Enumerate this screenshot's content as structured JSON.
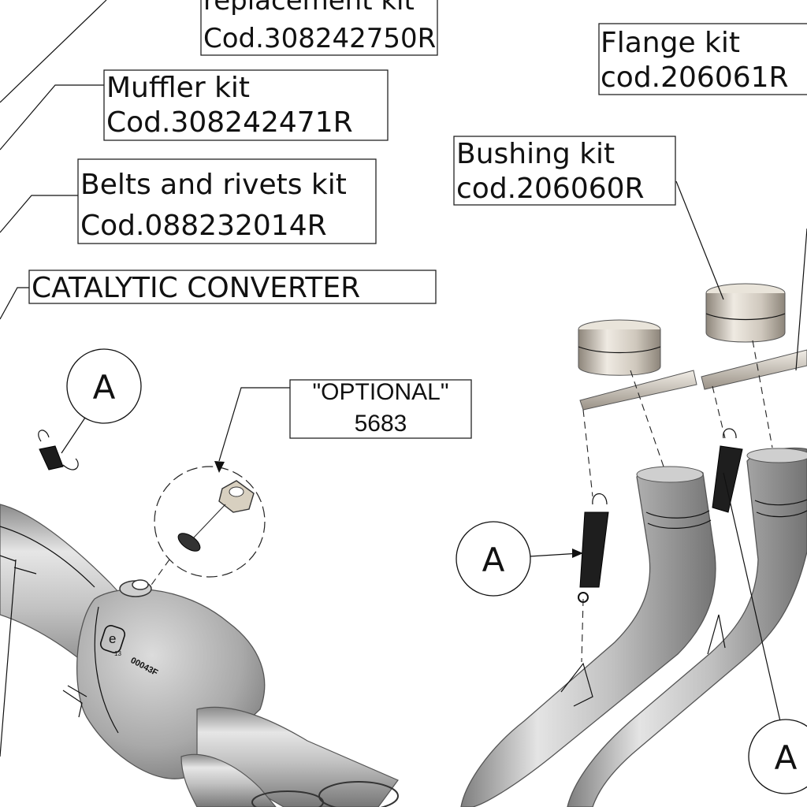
{
  "labels": {
    "replacement_kit_line1": "replacement kit",
    "replacement_kit_line2": "Cod.308242750R",
    "muffler_kit_line1": "Muffler kit",
    "muffler_kit_line2": "Cod.308242471R",
    "belts_kit_line1": "Belts and rivets kit",
    "belts_kit_line2": "Cod.088232014R",
    "catalytic_converter": "CATALYTIC CONVERTER",
    "flange_kit_line1": "Flange kit",
    "flange_kit_line2": "cod.206061R",
    "bushing_kit_line1": "Bushing kit",
    "bushing_kit_line2": "cod.206060R",
    "optional_line1": "\"OPTIONAL\"",
    "optional_line2": "5683"
  },
  "detail_markers": {
    "marker_1": "A",
    "marker_2": "A",
    "marker_3": "A"
  },
  "converter_markings": {
    "homologation_code": "00043F",
    "e_mark_letter": "e",
    "e_mark_number": "13"
  },
  "colors": {
    "metal_light": "#e2e2e2",
    "metal_mid": "#b4b4b4",
    "metal_dark": "#7a7a7a",
    "bushing_light": "#ede8df",
    "bushing_dark": "#8d857a",
    "spring_dark": "#222222"
  }
}
